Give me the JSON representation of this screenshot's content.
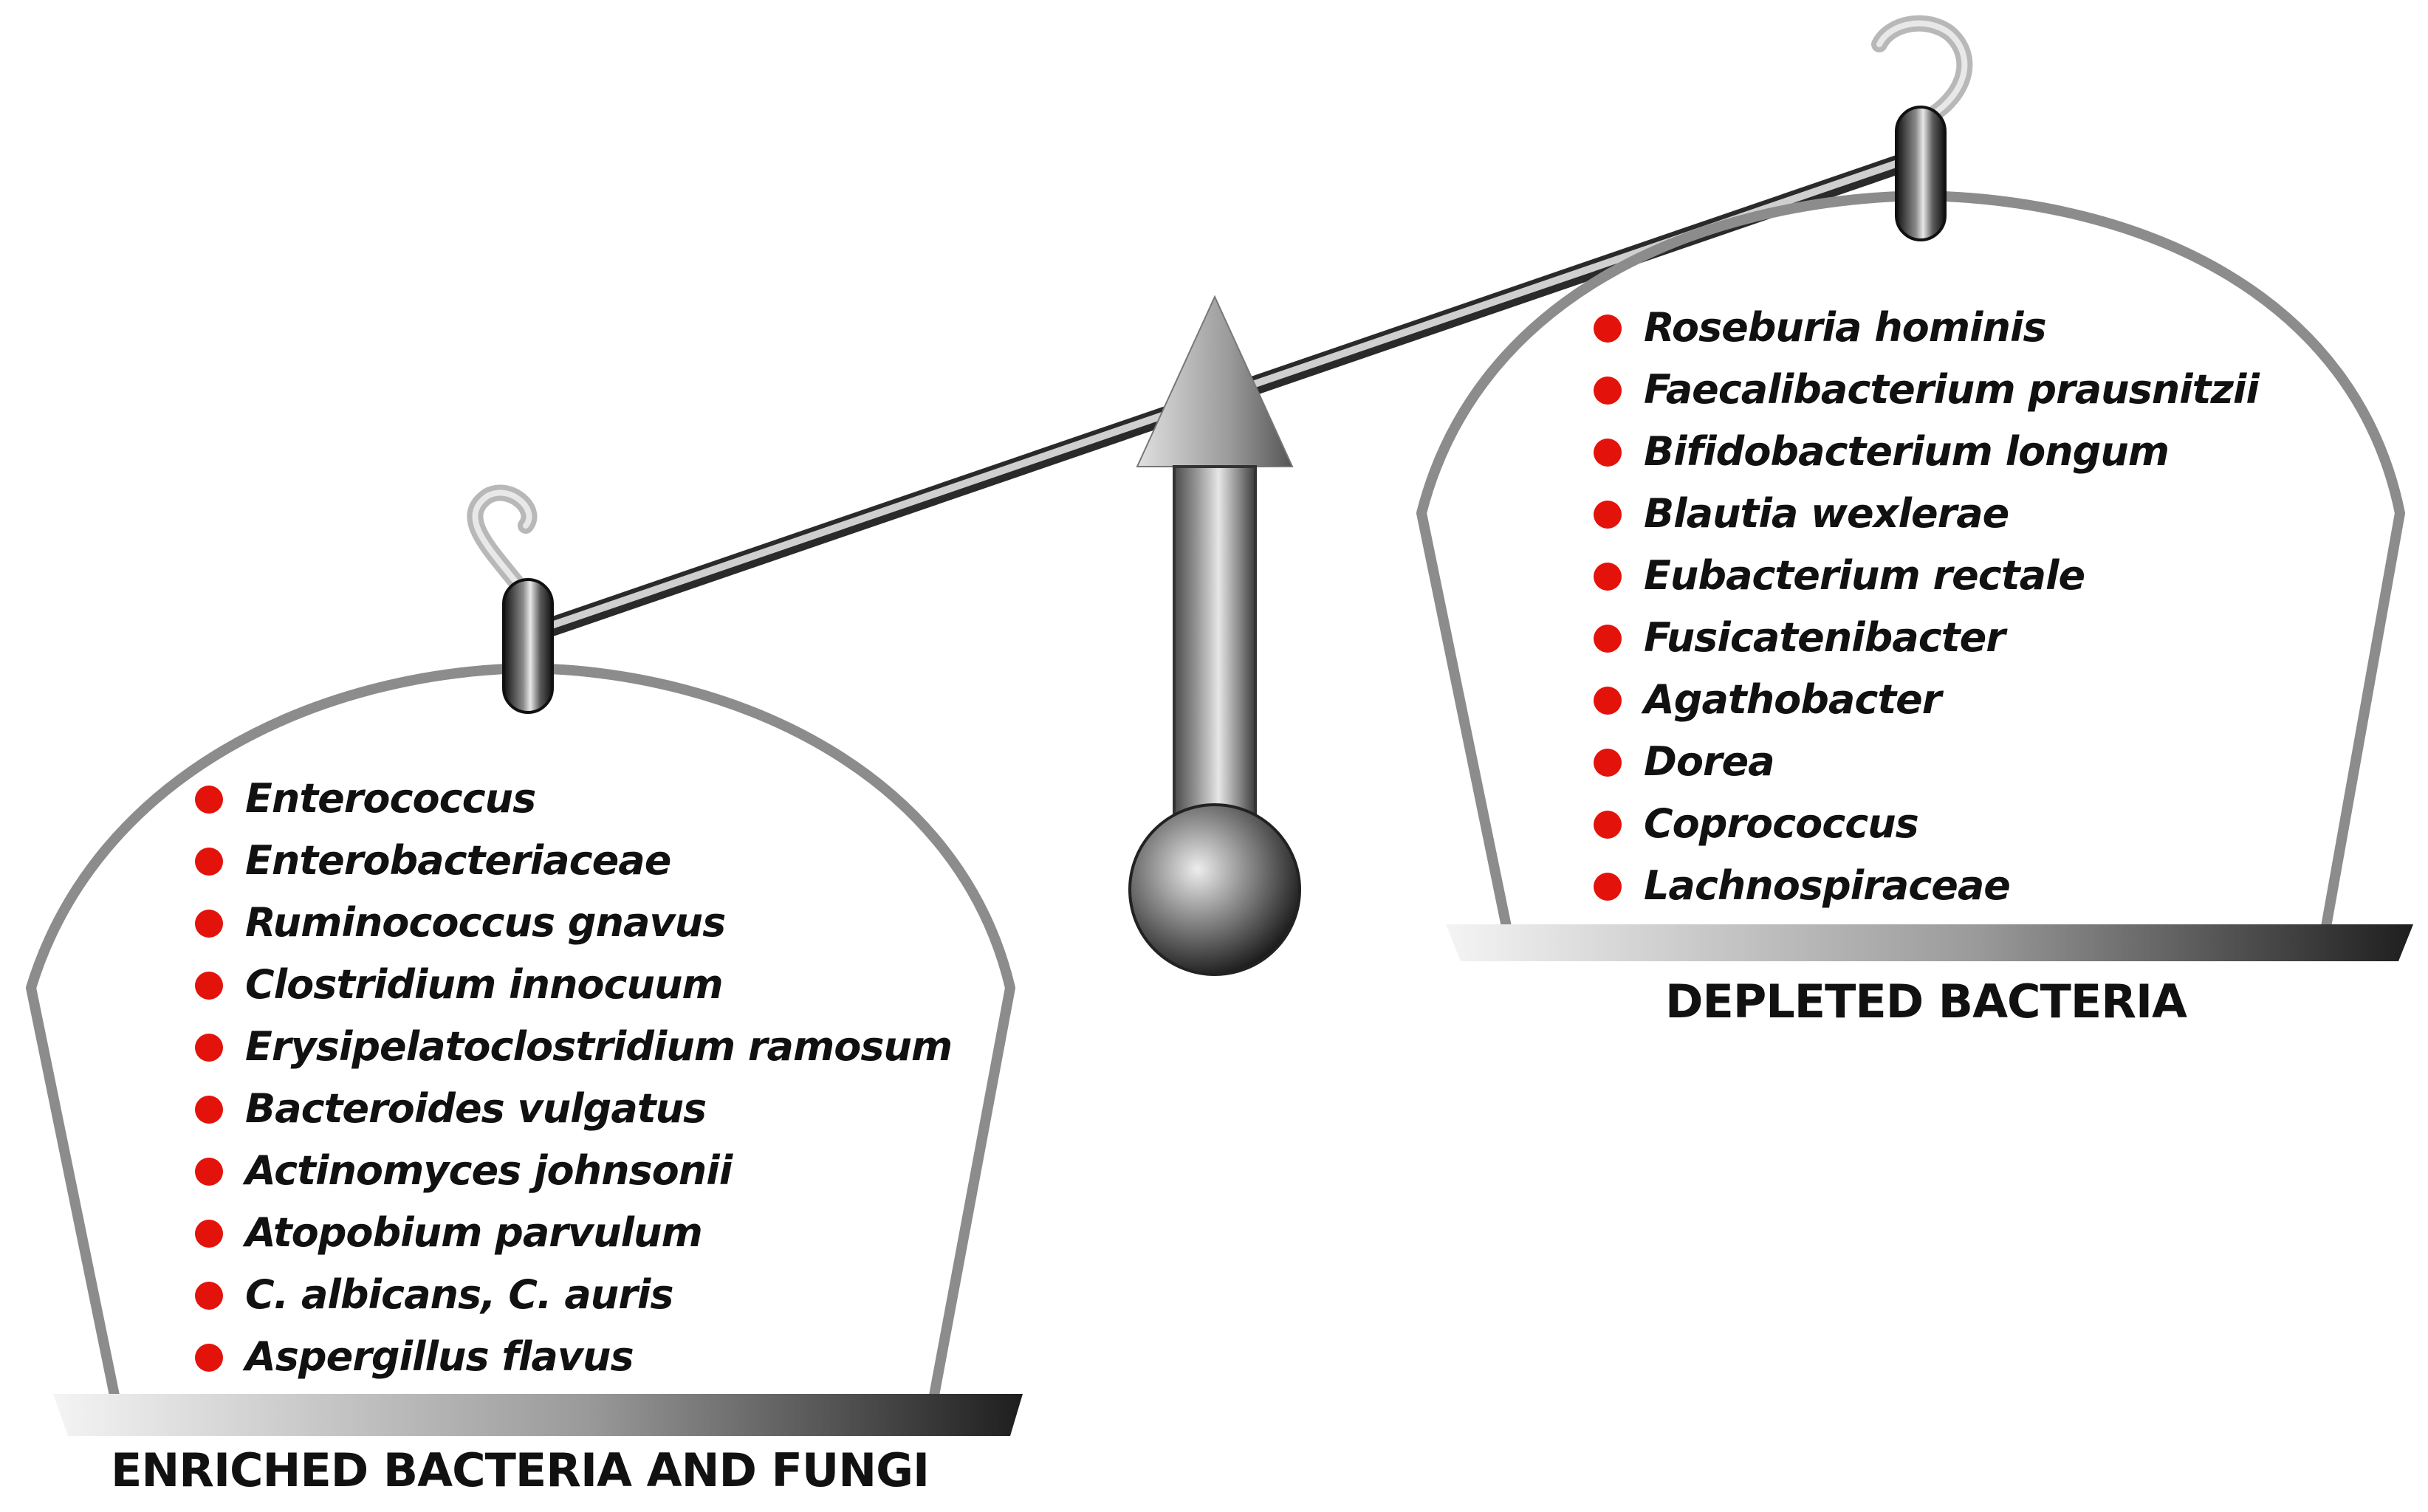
{
  "left_pan": {
    "caption": "ENRICHED BACTERIA AND FUNGI",
    "items": [
      "Enterococcus",
      "Enterobacteriaceae",
      "Ruminococcus gnavus",
      "Clostridium innocuum",
      "Erysipelatoclostridium ramosum",
      "Bacteroides vulgatus",
      "Actinomyces johnsonii",
      "Atopobium parvulum",
      "C. albicans, C. auris",
      "Aspergillus flavus"
    ]
  },
  "right_pan": {
    "caption": "DEPLETED BACTERIA",
    "items": [
      "Roseburia hominis",
      "Faecalibacterium prausnitzii",
      "Bifidobacterium longum",
      "Blautia wexlerae",
      "Eubacterium rectale",
      "Fusicatenibacter",
      "Agathobacter",
      "Dorea",
      "Coprococcus",
      "Lachnospiraceae"
    ]
  },
  "colors": {
    "bullet": "#e3120b",
    "outline": "#8c8c8c",
    "text": "#111111"
  },
  "icons": [
    "balance-scale-icon",
    "hook-icon",
    "ring-clip-icon",
    "pivot-arrow-icon",
    "counterweight-ball-icon"
  ]
}
